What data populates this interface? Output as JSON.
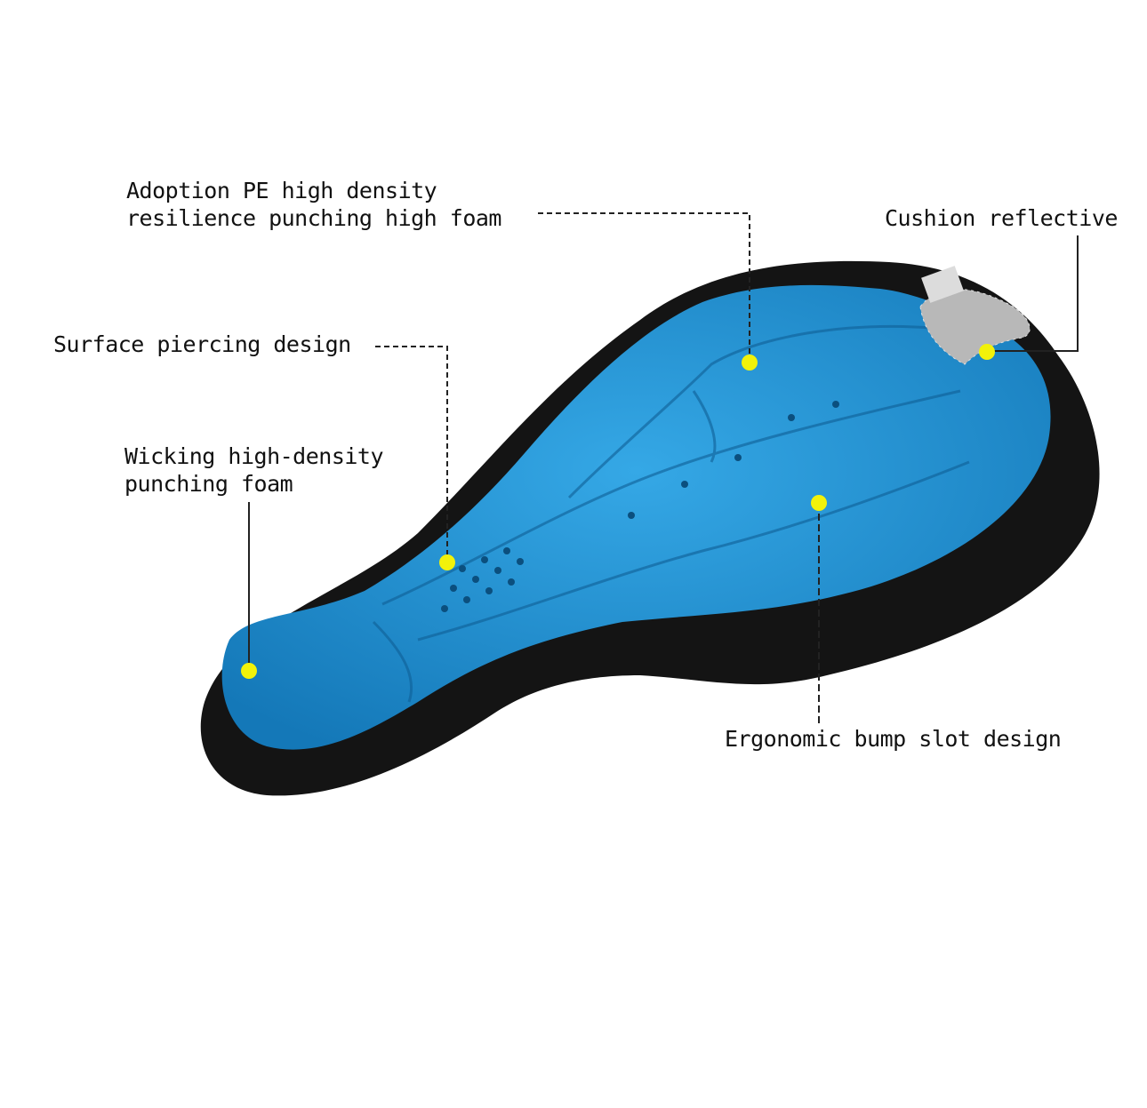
{
  "callouts": {
    "pe_foam": {
      "line1": "Adoption PE high density",
      "line2": "resilience punching high foam"
    },
    "reflective": {
      "text": "Cushion reflective"
    },
    "surface": {
      "text": "Surface piercing design"
    },
    "wicking": {
      "line1": "Wicking high-density",
      "line2": "punching foam"
    },
    "ergonomic": {
      "text": "Ergonomic bump slot design"
    }
  },
  "colors": {
    "foam_blue": "#1e8fd0",
    "cover_black": "#141414",
    "marker_yellow": "#f2f20a",
    "reflective_grey": "#b8b8b8"
  }
}
